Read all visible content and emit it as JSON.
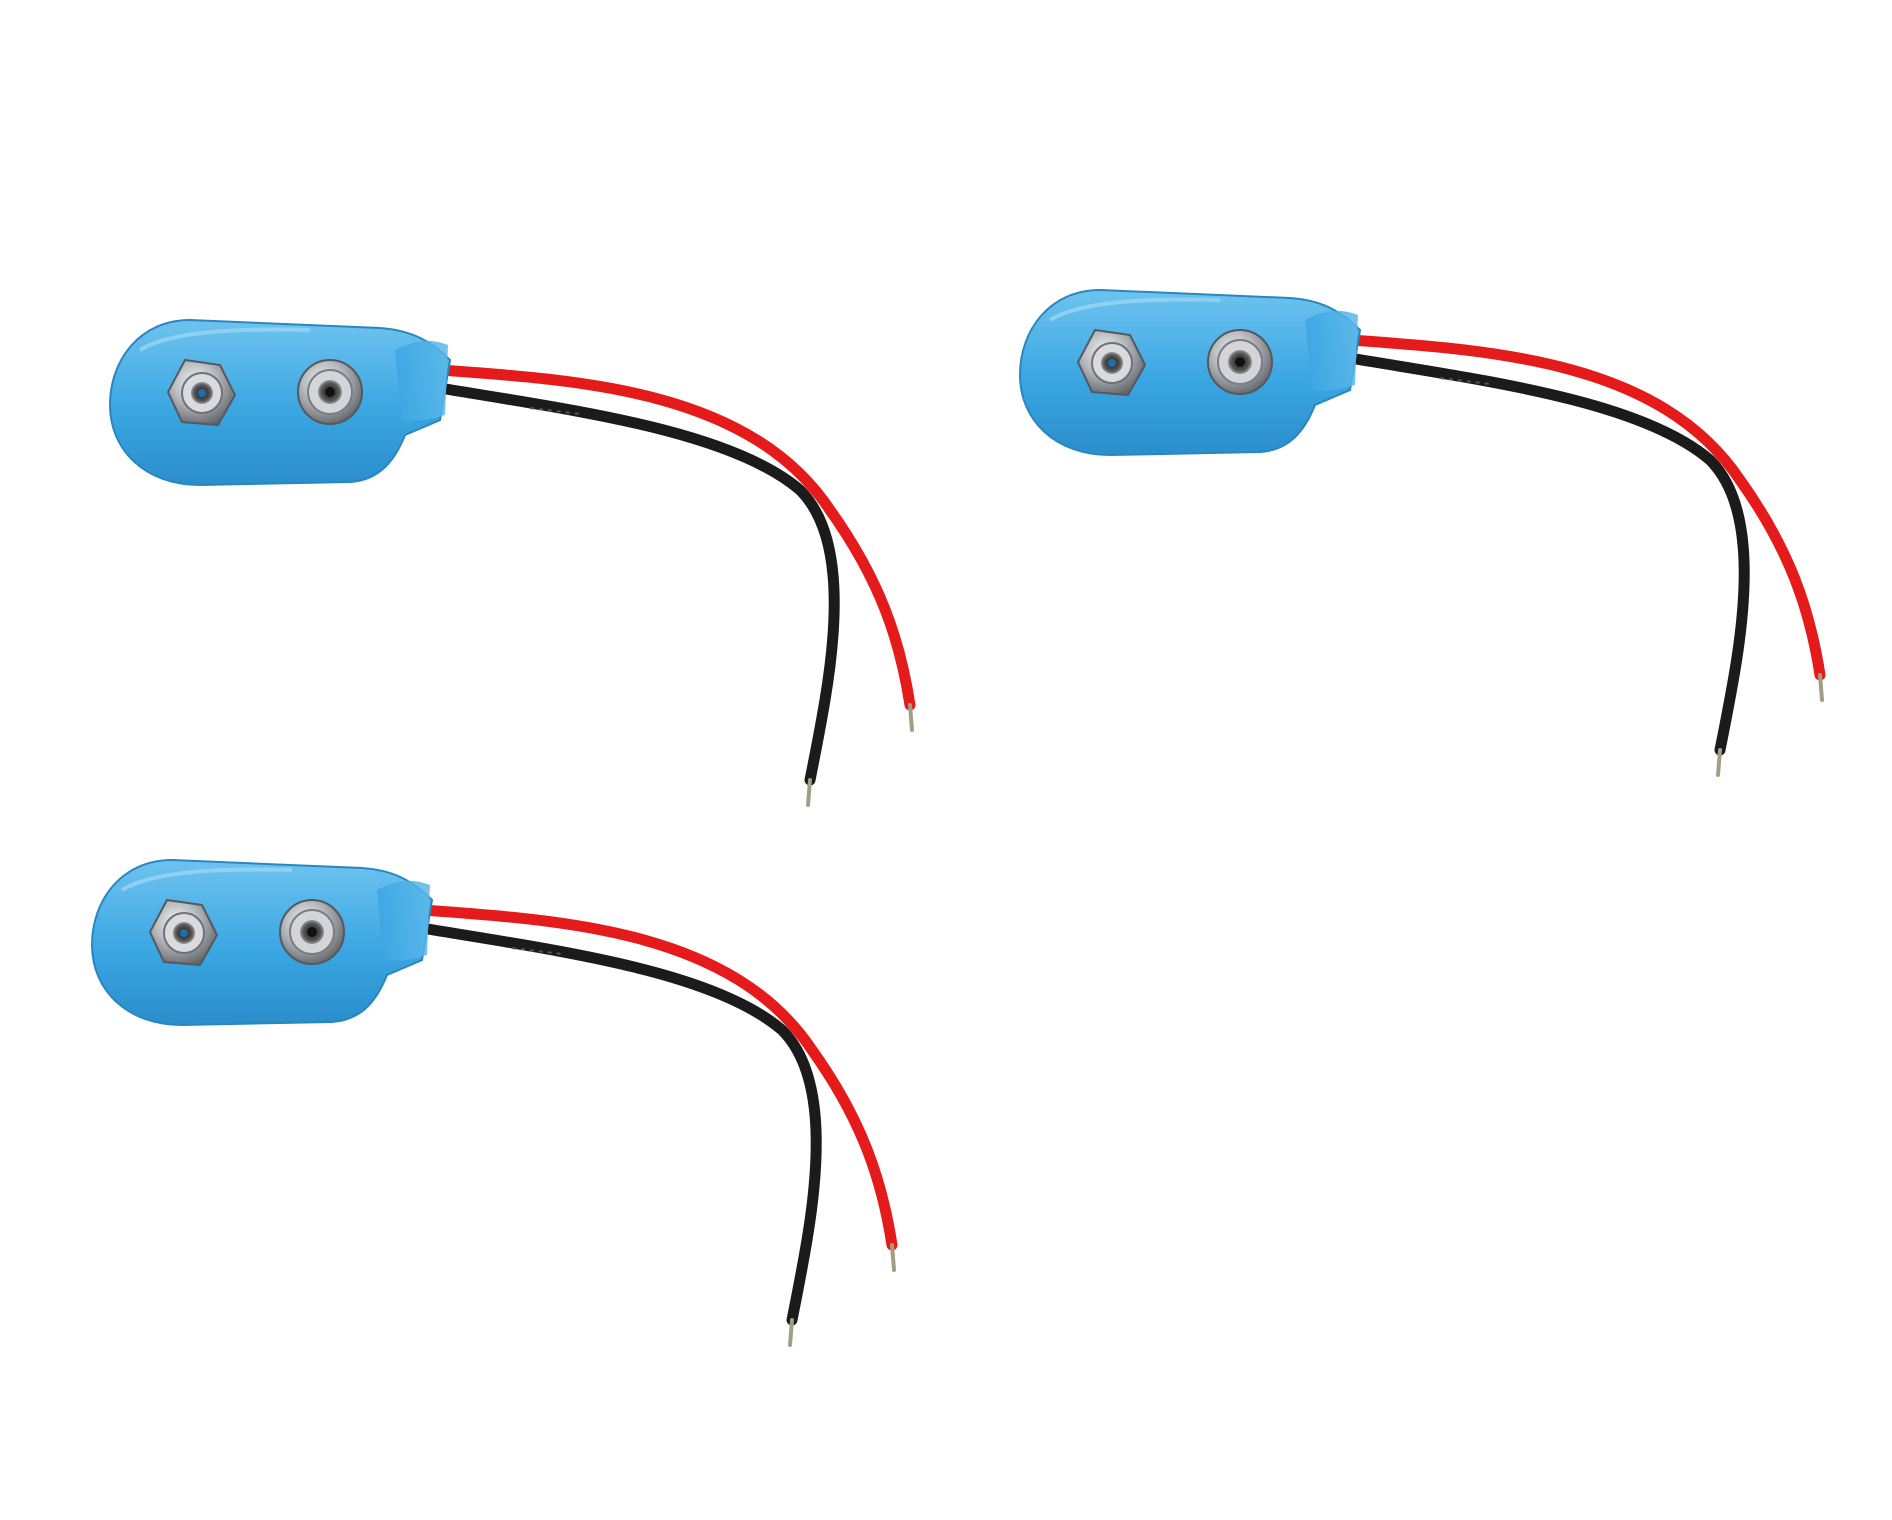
{
  "scene": {
    "background_color": "#ffffff",
    "colors": {
      "housing": "#3aa6e2",
      "housing_shadow": "#2a86bf",
      "housing_highlight": "#7cc9f0",
      "red_wire": "#e51b1b",
      "black_wire": "#1b1b1b",
      "metal": "#b9bcc0",
      "metal_dark": "#6e7175",
      "copper_tip": "#b7b09a"
    },
    "objects": [
      {
        "name": "battery-snap-connector",
        "housing": "blue",
        "terminals": [
          "hex-nut-terminal",
          "round-snap-terminal"
        ],
        "wires": [
          "red",
          "black"
        ]
      },
      {
        "name": "battery-snap-connector",
        "housing": "blue",
        "terminals": [
          "hex-nut-terminal",
          "round-snap-terminal"
        ],
        "wires": [
          "red",
          "black"
        ]
      },
      {
        "name": "battery-snap-connector",
        "housing": "blue",
        "terminals": [
          "hex-nut-terminal",
          "round-snap-terminal"
        ],
        "wires": [
          "red",
          "black"
        ]
      }
    ]
  }
}
